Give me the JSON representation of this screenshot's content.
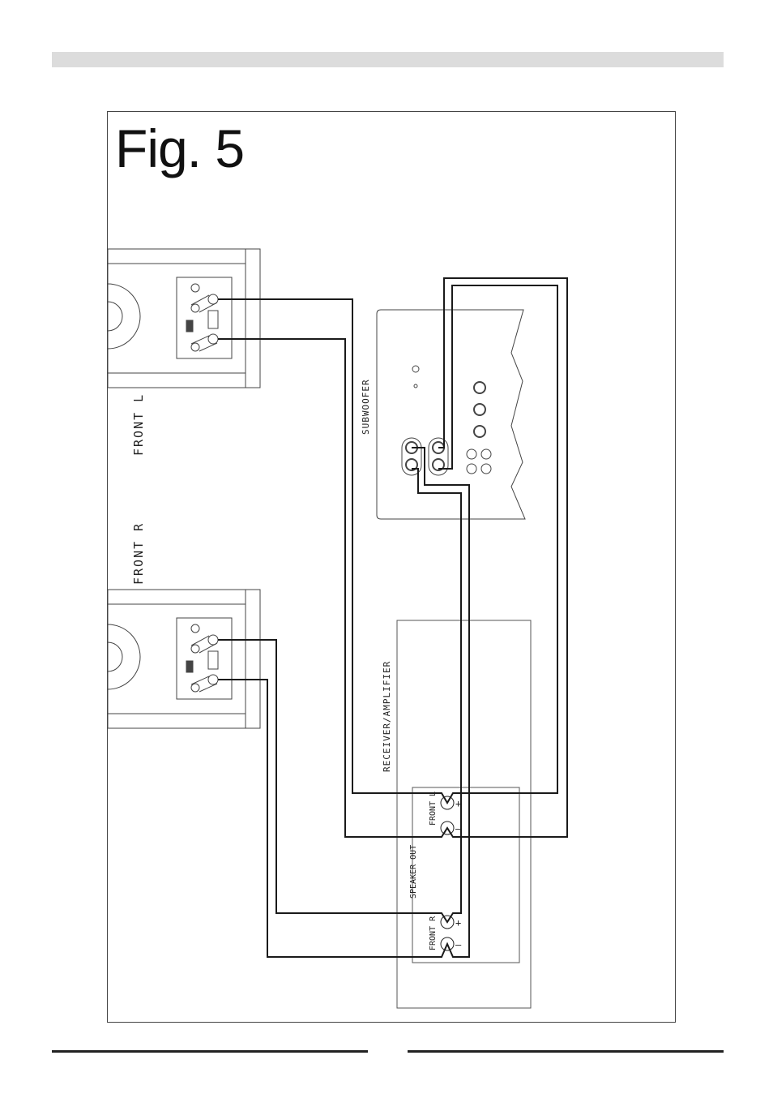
{
  "figure": {
    "title": "Fig. 5"
  },
  "labels": {
    "front_l": "FRONT L",
    "front_r": "FRONT R",
    "subwoofer": "SUBWOOFER",
    "receiver": "RECEIVER/AMPLIFIER",
    "speaker_out": "SPEAKER OUT",
    "recv_front_l": "FRONT L",
    "recv_front_r": "FRONT R",
    "plus": "+",
    "minus": "–"
  },
  "colors": {
    "line": "#1a1a1a",
    "outline": "#444444",
    "bar": "#dcdcdc"
  }
}
